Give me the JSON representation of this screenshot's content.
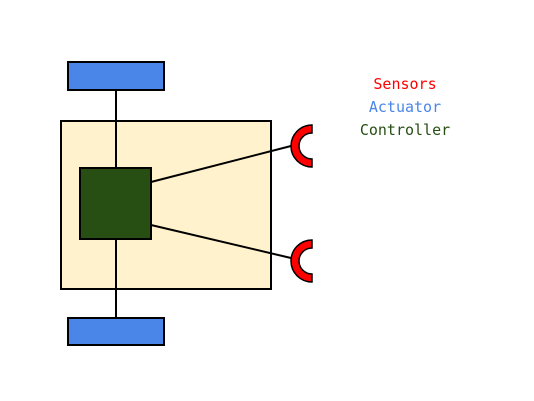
{
  "legend": {
    "sensors_label": "Sensors",
    "actuator_label": "Actuator",
    "controller_label": "Controller"
  },
  "colors": {
    "sensors": "#ff0000",
    "actuator": "#4a86e8",
    "controller": "#274e13",
    "chassis": "#fff2cc",
    "outline": "#000000"
  },
  "icons": {
    "sensor": "half-ring-icon"
  }
}
